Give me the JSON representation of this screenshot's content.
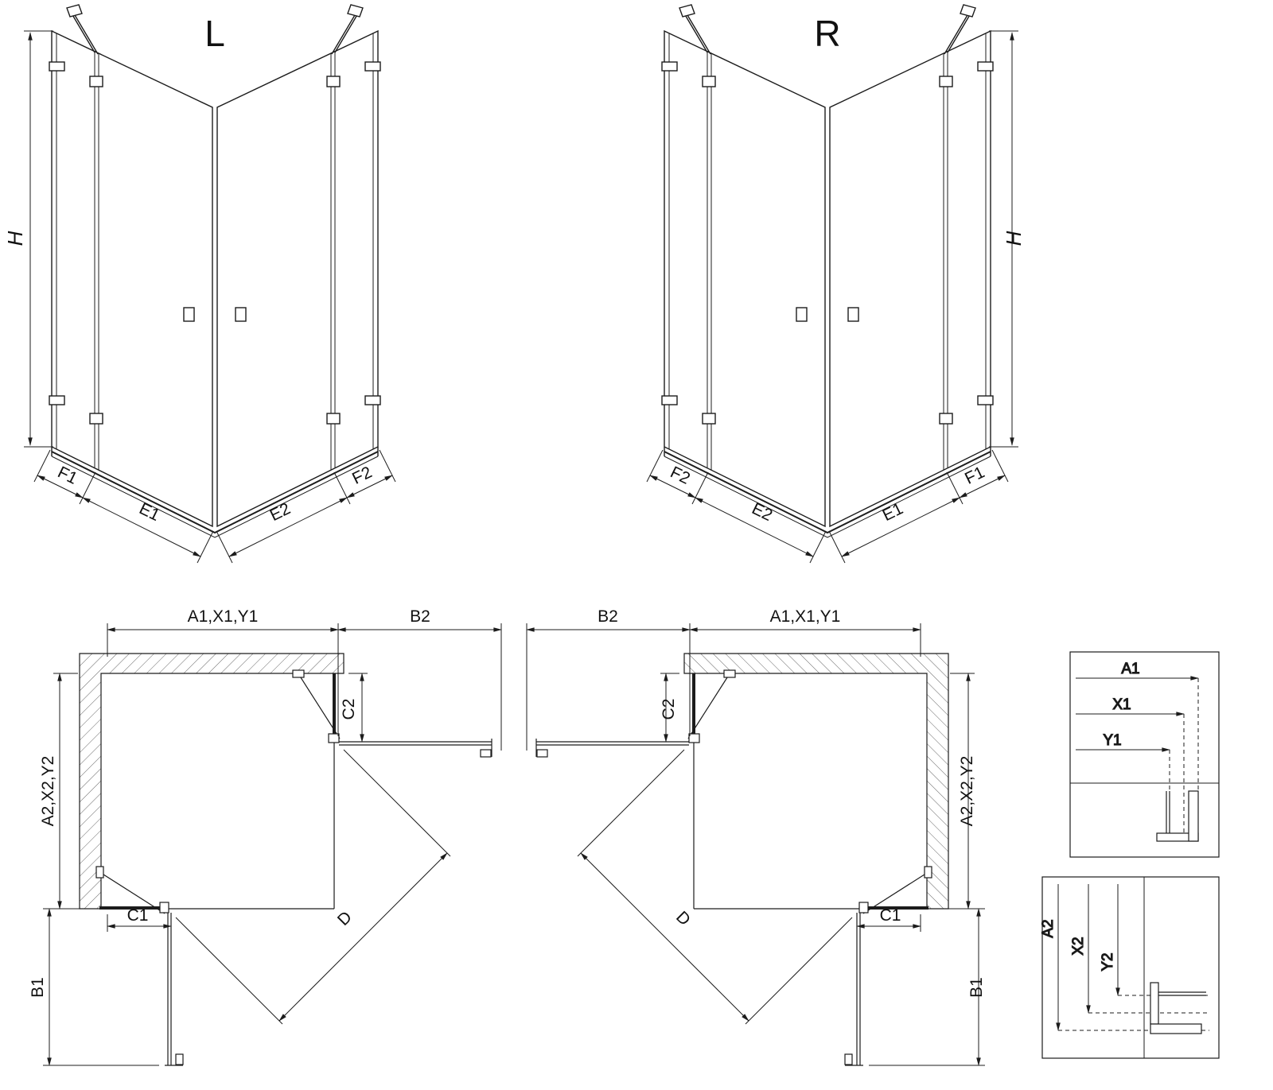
{
  "drawing": {
    "background": "#ffffff",
    "line_color": "#1c1c1c"
  },
  "perspective_left": {
    "title": "L",
    "height": "H",
    "f1": "F1",
    "e1": "E1",
    "e2": "E2",
    "f2": "F2"
  },
  "perspective_right": {
    "title": "R",
    "height": "H",
    "f1": "F1",
    "e1": "E1",
    "e2": "E2",
    "f2": "F2"
  },
  "plan_left": {
    "width_top": "A1,X1,Y1",
    "door_b": "B2",
    "depth_side": "A2,X2,Y2",
    "fixed_b": "C2",
    "fixed_a": "C1",
    "door_a": "B1",
    "entry_diagonal": "D"
  },
  "plan_right": {
    "width_top": "A1,X1,Y1",
    "door_b": "B2",
    "depth_side": "A2,X2,Y2",
    "fixed_b": "C2",
    "fixed_a": "C1",
    "door_a": "B1",
    "entry_diagonal": "D"
  },
  "detail_top": {
    "a1": "A1",
    "x1": "X1",
    "y1": "Y1"
  },
  "detail_bottom": {
    "a2": "A2",
    "x2": "X2",
    "y2": "Y2"
  }
}
